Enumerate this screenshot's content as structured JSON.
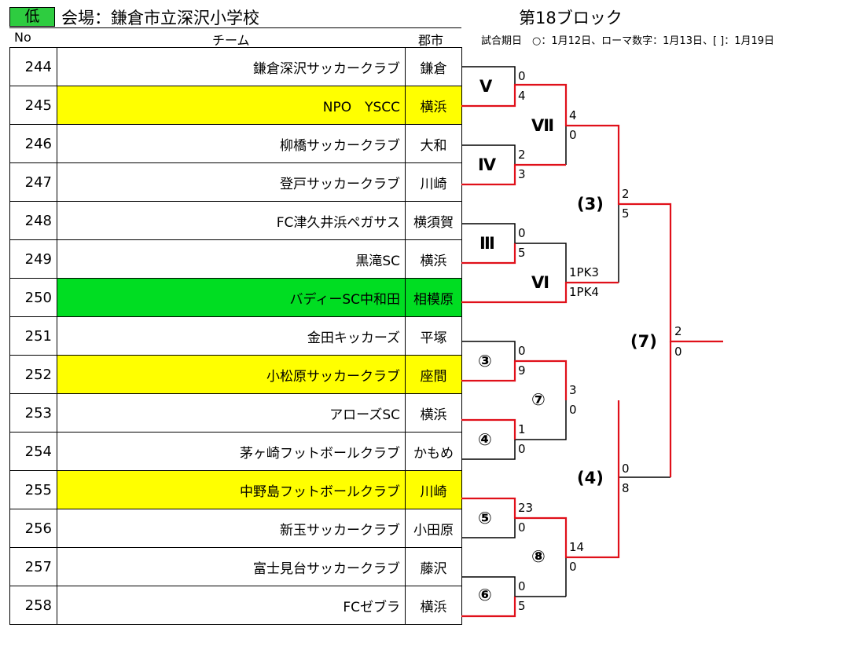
{
  "header": {
    "level_badge": "低",
    "venue": "会場：鎌倉市立深沢小学校",
    "block_title": "第18ブロック",
    "col_no": "No",
    "col_team": "チーム",
    "col_city": "郡市",
    "legend": "試合期日　○：1月12日、ローマ数字：1月13日、[ ]：1月19日"
  },
  "colors": {
    "win_line": "#e0101a",
    "line": "#000000",
    "highlight_yellow": "#ffff00",
    "highlight_green": "#00dd22",
    "badge_green": "#2ecc40"
  },
  "teams": [
    {
      "no": "244",
      "name": "鎌倉深沢サッカークラブ",
      "city": "鎌倉",
      "highlight": ""
    },
    {
      "no": "245",
      "name": "NPO　YSCC",
      "city": "横浜",
      "highlight": "yellow"
    },
    {
      "no": "246",
      "name": "柳橋サッカークラブ",
      "city": "大和",
      "highlight": ""
    },
    {
      "no": "247",
      "name": "登戸サッカークラブ",
      "city": "川崎",
      "highlight": ""
    },
    {
      "no": "248",
      "name": "FC津久井浜ペガサス",
      "city": "横須賀",
      "highlight": ""
    },
    {
      "no": "249",
      "name": "黒滝SC",
      "city": "横浜",
      "highlight": ""
    },
    {
      "no": "250",
      "name": "バディーSC中和田",
      "city": "相模原",
      "highlight": "green"
    },
    {
      "no": "251",
      "name": "金田キッカーズ",
      "city": "平塚",
      "highlight": ""
    },
    {
      "no": "252",
      "name": "小松原サッカークラブ",
      "city": "座間",
      "highlight": "yellow"
    },
    {
      "no": "253",
      "name": "アローズSC",
      "city": "横浜",
      "highlight": ""
    },
    {
      "no": "254",
      "name": "茅ヶ崎フットボールクラブ",
      "city": "かもめ",
      "highlight": ""
    },
    {
      "no": "255",
      "name": "中野島フットボールクラブ",
      "city": "川崎",
      "highlight": "yellow"
    },
    {
      "no": "256",
      "name": "新玉サッカークラブ",
      "city": "小田原",
      "highlight": ""
    },
    {
      "no": "257",
      "name": "富士見台サッカークラブ",
      "city": "藤沢",
      "highlight": ""
    },
    {
      "no": "258",
      "name": "FCゼブラ",
      "city": "横浜",
      "highlight": ""
    }
  ],
  "bracket": {
    "round_labels": [
      "Ⅴ",
      "Ⅳ",
      "Ⅲ",
      "③",
      "④",
      "⑤",
      "⑥",
      "Ⅶ",
      "Ⅵ",
      "⑦",
      "⑧",
      "(3)",
      "(4)",
      "(7)"
    ],
    "scores": [
      "0",
      "4",
      "2",
      "3",
      "0",
      "5",
      "0",
      "9",
      "1",
      "0",
      "23",
      "0",
      "0",
      "5",
      "4",
      "0",
      "1PK3",
      "1PK4",
      "3",
      "0",
      "14",
      "0",
      "2",
      "5",
      "0",
      "8",
      "2",
      "0"
    ]
  }
}
